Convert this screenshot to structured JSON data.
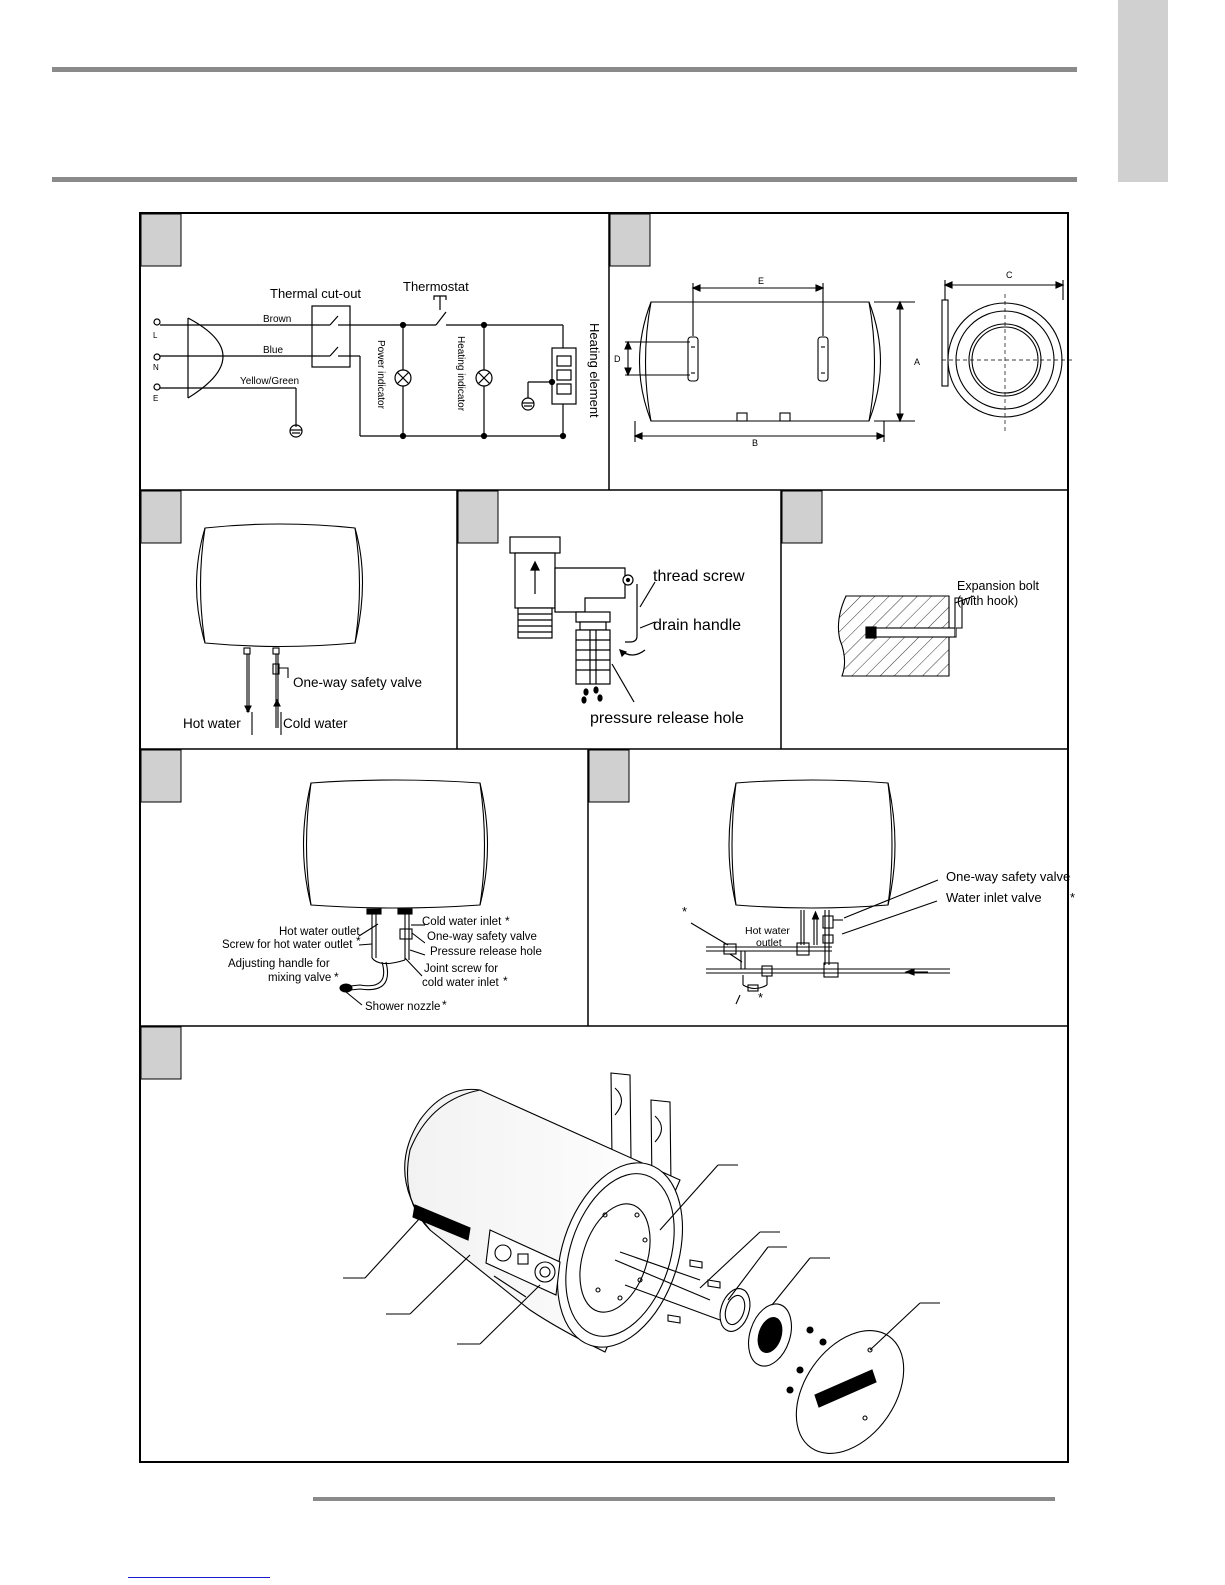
{
  "wiring": {
    "thermal_cutout": "Thermal cut-out",
    "thermostat": "Thermostat",
    "brown": "Brown",
    "blue": "Blue",
    "yellow_green": "Yellow/Green",
    "power_indicator": "Power indicator",
    "heating_indicator": "Heating  indicator",
    "heating_element": "Heating element",
    "terminal_l": "L",
    "terminal_n": "N",
    "terminal_e": "E"
  },
  "dimensions": {
    "a": "A",
    "b": "B",
    "c": "C",
    "d": "D",
    "e": "E"
  },
  "connection": {
    "one_way_valve": "One-way safety valve",
    "hot_water": "Hot water",
    "cold_water": "Cold water"
  },
  "valve": {
    "thread_screw": "thread screw",
    "drain_handle": "drain handle",
    "pressure_release_hole": "pressure release hole"
  },
  "bolt": {
    "line1": "Expansion bolt",
    "line2": "(with hook)"
  },
  "mixing": {
    "hot_outlet": "Hot water outlet",
    "cold_inlet": "Cold water inlet",
    "screw_hot": "Screw for hot water outlet",
    "one_way": "One-way safety valve",
    "pressure_hole": "Pressure release hole",
    "adjusting_1": "Adjusting handle for",
    "adjusting_2": "mixing valve",
    "joint_1": "Joint screw for",
    "joint_2": "cold water inlet",
    "shower": "Shower nozzle",
    "star": "*"
  },
  "pipe": {
    "one_way": "One-way safety valve",
    "water_inlet": "Water inlet valve",
    "hot_1": "Hot water",
    "hot_2": "outlet",
    "star": "*"
  }
}
